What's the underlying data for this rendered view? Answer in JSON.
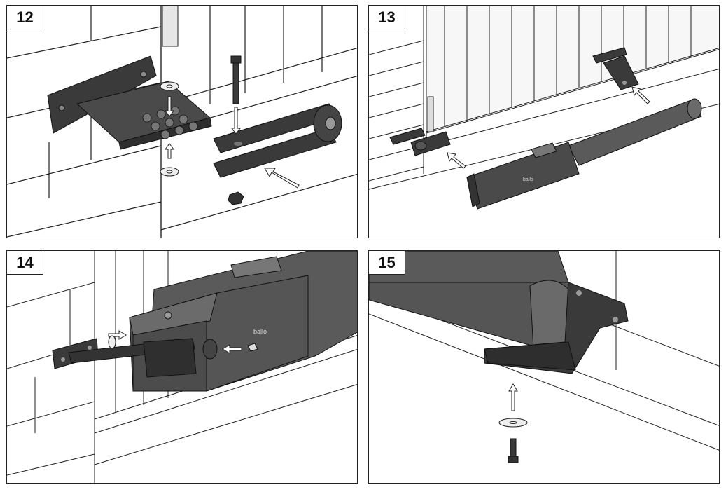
{
  "steps": [
    {
      "number": "12"
    },
    {
      "number": "13"
    },
    {
      "number": "14"
    },
    {
      "number": "15"
    }
  ],
  "brand_mark": "ballo",
  "colors": {
    "part_dark": "#3a3a3a",
    "part_mid": "#5a5a5a",
    "part_light": "#7a7a7a",
    "line": "#222222",
    "arrow_fill": "#ffffff"
  },
  "icons": [
    "bracket-icon",
    "bolt-icon",
    "washer-icon",
    "nut-icon",
    "fork-icon",
    "hinge-icon",
    "actuator-icon",
    "arrow-icon"
  ]
}
